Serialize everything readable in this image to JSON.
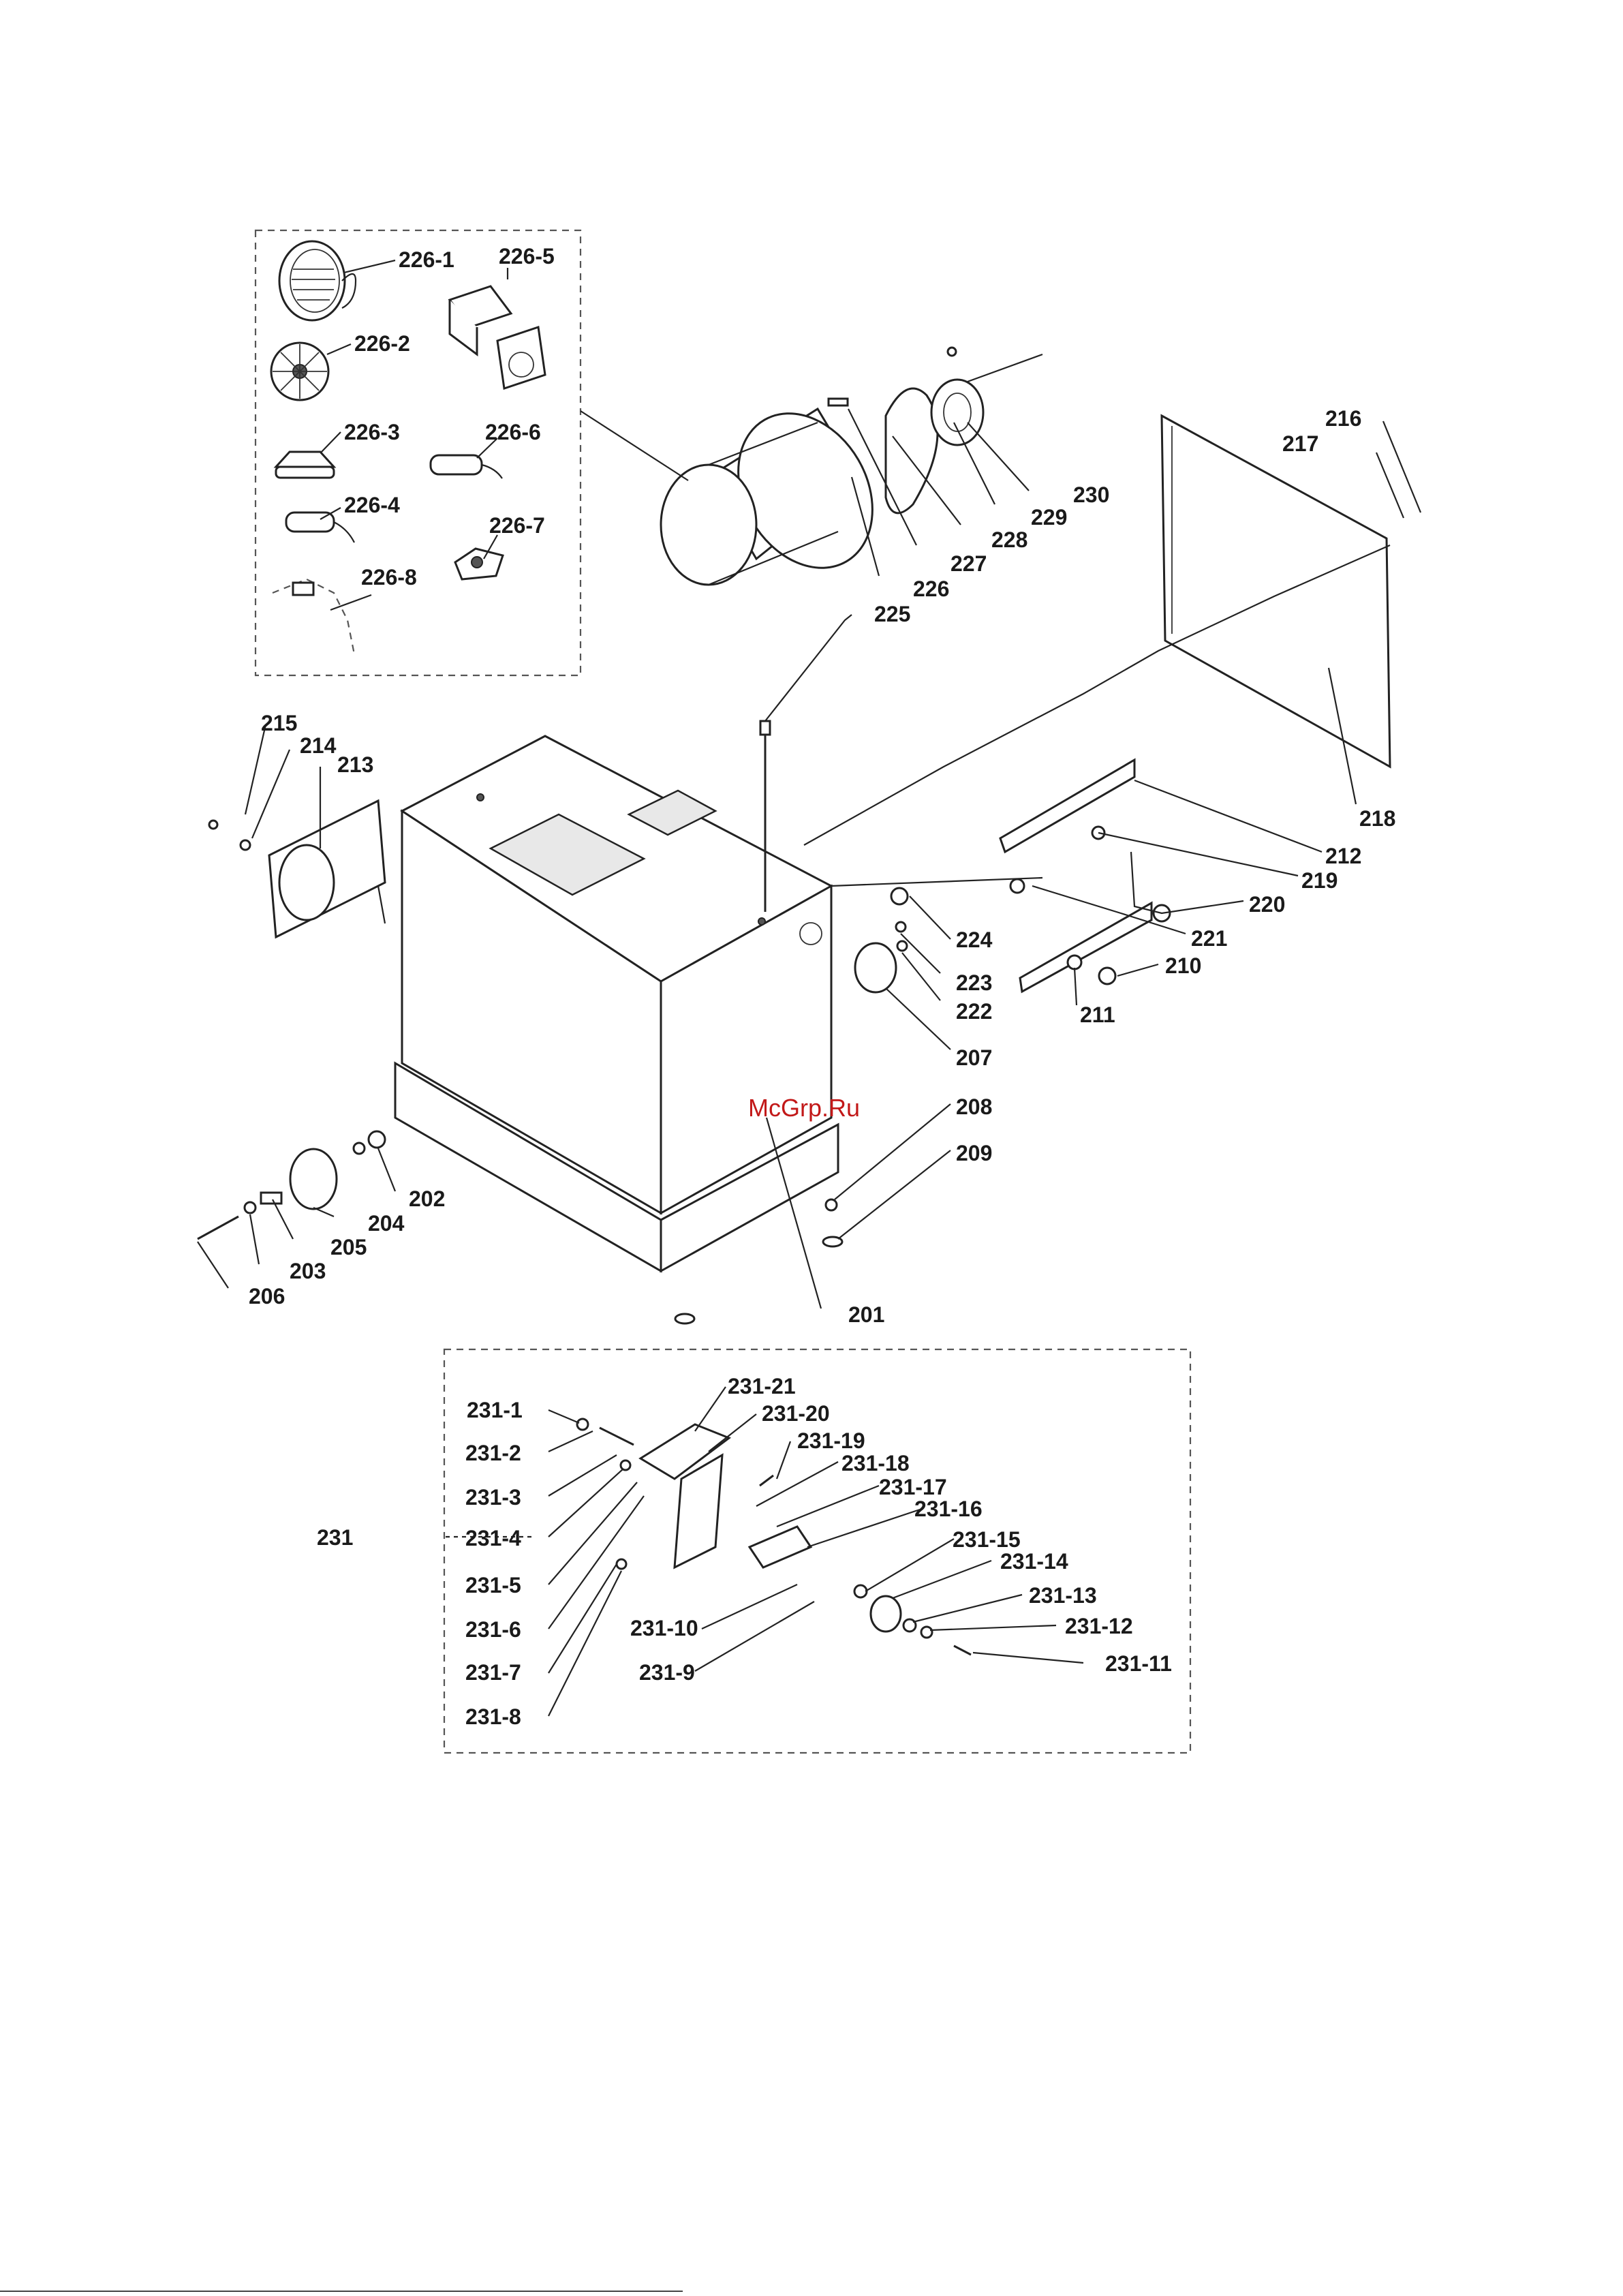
{
  "watermark": "McGrp.Ru",
  "labels": {
    "l226_1": "226-1",
    "l226_2": "226-2",
    "l226_3": "226-3",
    "l226_4": "226-4",
    "l226_5": "226-5",
    "l226_6": "226-6",
    "l226_7": "226-7",
    "l226_8": "226-8",
    "l225": "225",
    "l226": "226",
    "l227": "227",
    "l228": "228",
    "l229": "229",
    "l230": "230",
    "l216": "216",
    "l217": "217",
    "l218": "218",
    "l212": "212",
    "l219": "219",
    "l220": "220",
    "l221": "221",
    "l210": "210",
    "l211": "211",
    "l215": "215",
    "l214": "214",
    "l213": "213",
    "l224": "224",
    "l223": "223",
    "l222": "222",
    "l207": "207",
    "l208": "208",
    "l209": "209",
    "l201": "201",
    "l202": "202",
    "l204": "204",
    "l205": "205",
    "l203": "203",
    "l206": "206",
    "l231": "231",
    "l231_1": "231-1",
    "l231_2": "231-2",
    "l231_3": "231-3",
    "l231_4": "231-4",
    "l231_5": "231-5",
    "l231_6": "231-6",
    "l231_7": "231-7",
    "l231_8": "231-8",
    "l231_9": "231-9",
    "l231_10": "231-10",
    "l231_11": "231-11",
    "l231_12": "231-12",
    "l231_13": "231-13",
    "l231_14": "231-14",
    "l231_15": "231-15",
    "l231_16": "231-16",
    "l231_17": "231-17",
    "l231_18": "231-18",
    "l231_19": "231-19",
    "l231_20": "231-20",
    "l231_21": "231-21"
  }
}
